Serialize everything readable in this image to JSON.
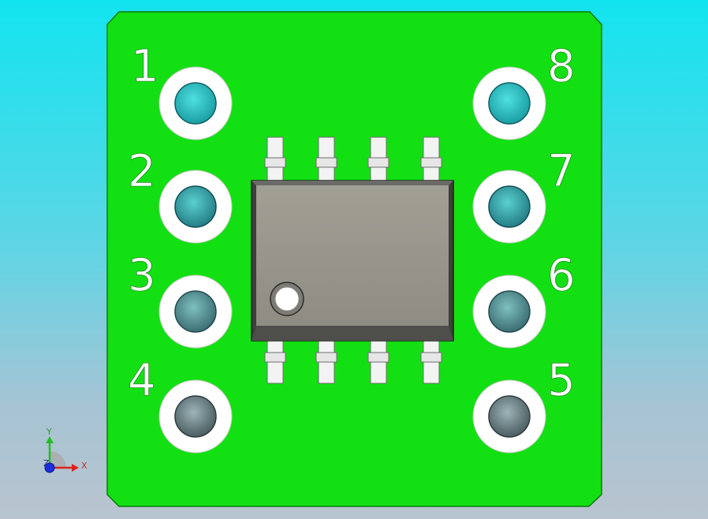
{
  "pin_labels": [
    "1",
    "2",
    "3",
    "4",
    "5",
    "6",
    "7",
    "8"
  ],
  "triad": {
    "x_label": "X",
    "y_label": "Y",
    "z_label": "Z"
  },
  "colors": {
    "board": "#12e012",
    "board_edge": "#0a7a0a",
    "pad_ring": "#ffffff",
    "chip_body": "#9c9a90",
    "chip_lead": "#f3f3f3"
  }
}
